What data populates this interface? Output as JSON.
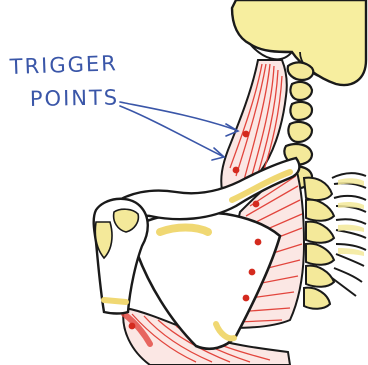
{
  "annotation": {
    "line1": "TRIGGER",
    "line2": "POINTS"
  },
  "colors": {
    "ink": "#1a1a1a",
    "pen": "#3a56a8",
    "bone": "#f4e99a",
    "muscle": "#e2453d",
    "trigger": "#d42a1e"
  },
  "trigger_points": {
    "count": 7
  }
}
